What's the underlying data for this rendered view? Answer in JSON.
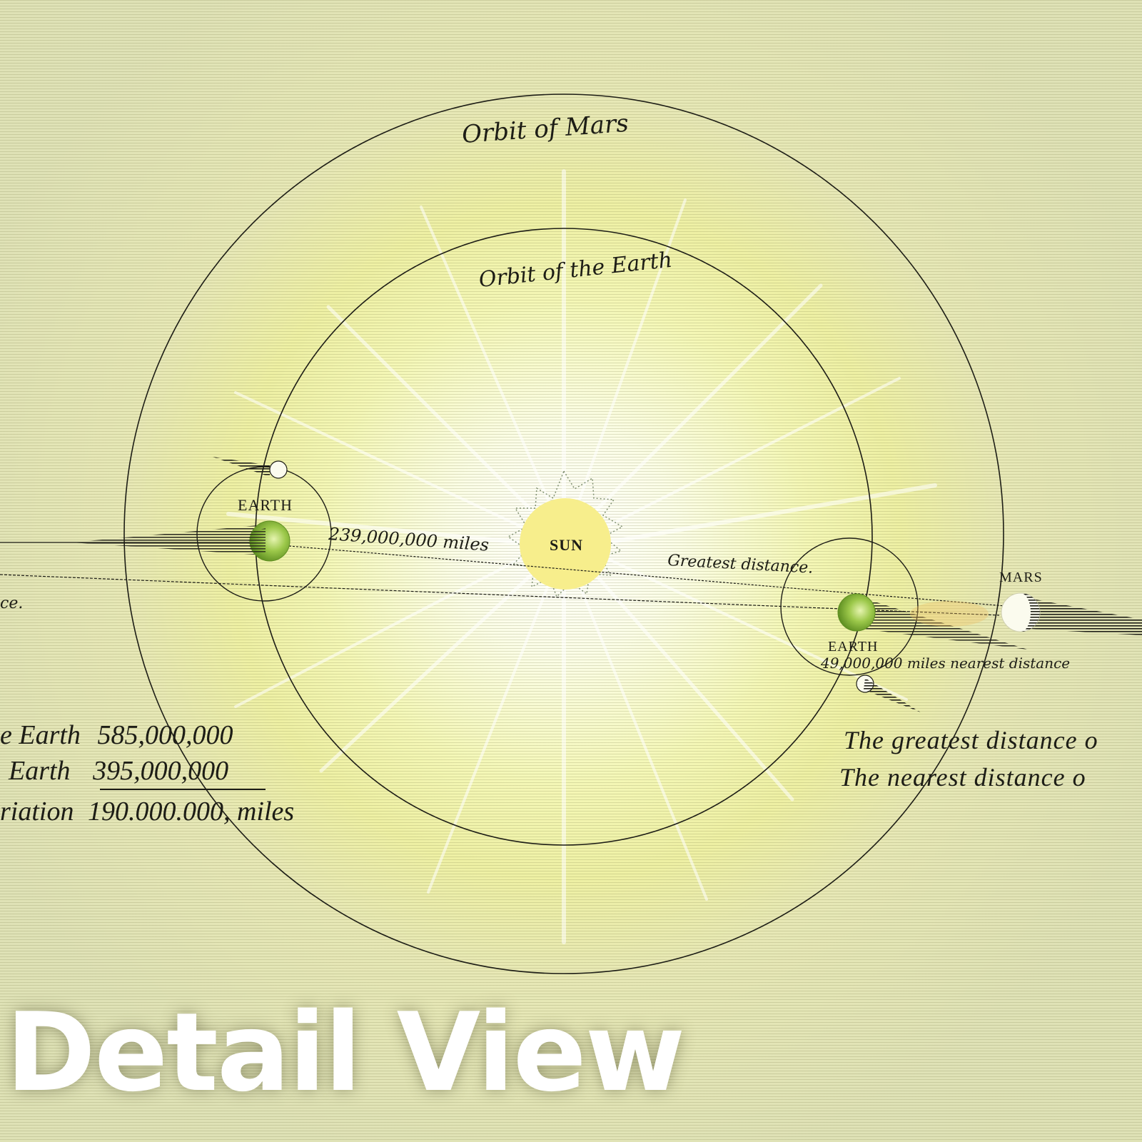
{
  "diagram": {
    "title_overlay": "Detail View",
    "colors": {
      "paper": "#e6e6b4",
      "sun_fill": "#f7ee8c",
      "glow_center": "#ffffff",
      "earth_green": "#7fb53a",
      "ink": "#1d1d16",
      "mars_fill": "#fbfbee"
    },
    "orbits": {
      "mars_label": "Orbit of Mars",
      "earth_label": "Orbit of the Earth"
    },
    "bodies": {
      "sun_label": "SUN",
      "earth_left_label": "EARTH",
      "earth_right_label": "EARTH",
      "mars_label": "MARS"
    },
    "distances": {
      "far_label": "239,000,000 miles",
      "greatest_label": "Greatest distance.",
      "nearest_label": "49,000,000 miles nearest distance",
      "left_edge_fragment": "ce."
    },
    "left_table": {
      "row1_label": "e Earth",
      "row1_value": "585,000,000",
      "row2_label": "Earth",
      "row2_value": "395,000,000",
      "row3_label": "riation",
      "row3_value": "190.000.000, miles"
    },
    "right_notes": {
      "line1": "The greatest distance o",
      "line2": "The nearest distance o"
    }
  }
}
